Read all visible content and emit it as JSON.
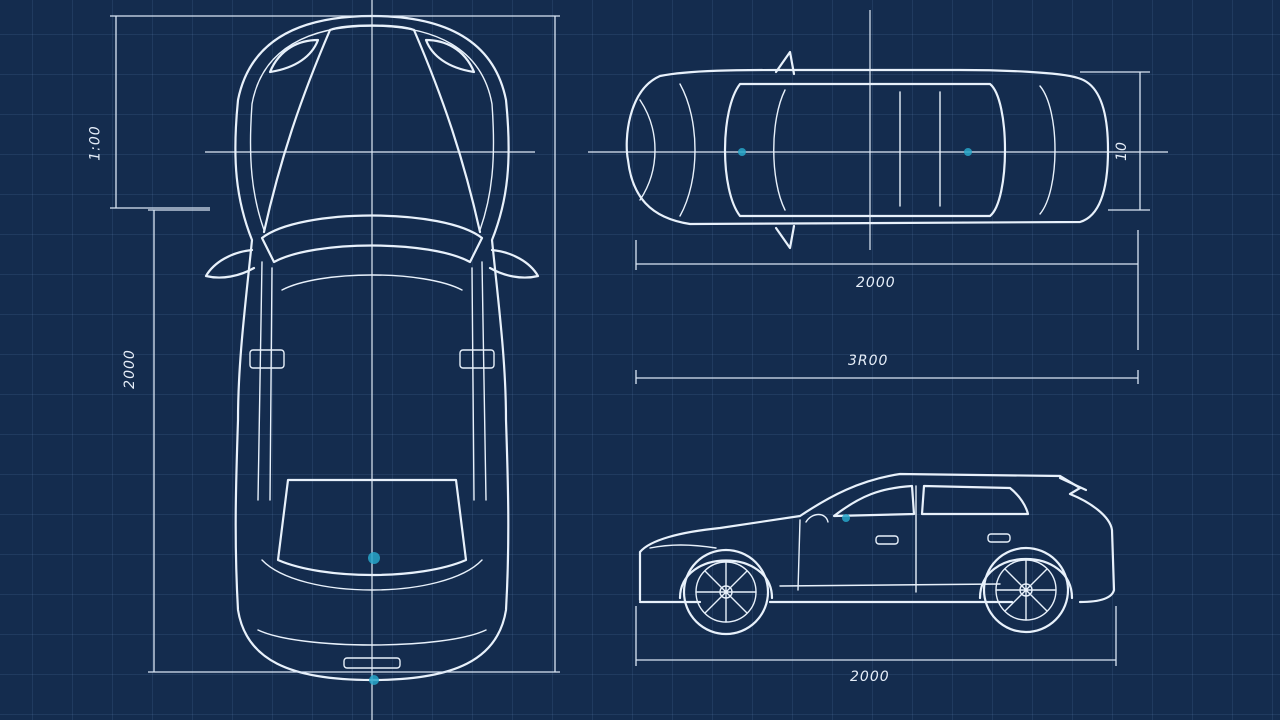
{
  "diagram": {
    "views": [
      "top-view",
      "side-view-upper",
      "side-view-lower"
    ],
    "dimensions": {
      "top_view_upper_height": "1:00",
      "top_view_length": "2000",
      "upper_view_length": "2000",
      "upper_view_height": "10",
      "middle_length": "3R00",
      "bottom_view_length": "2000"
    }
  },
  "colors": {
    "background": "#142c4e",
    "line": "#e8f1fb",
    "accent": "#27a6c9"
  }
}
